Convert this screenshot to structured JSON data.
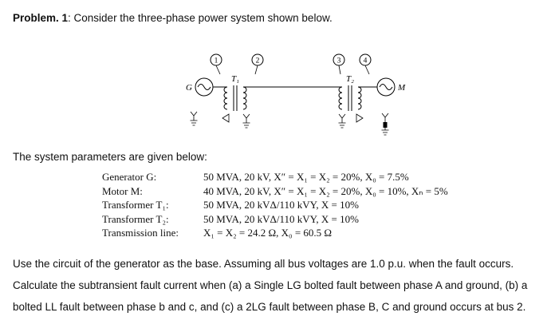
{
  "title": {
    "bold": "Problem. 1",
    "rest": ": Consider the three-phase power system shown below."
  },
  "intro": "The system parameters are given below:",
  "diagram": {
    "buses": [
      "1",
      "2",
      "3",
      "4"
    ],
    "generator": "G",
    "motor": "M",
    "transformer1": "T₁",
    "transformer2": "T₂"
  },
  "parameters": {
    "rows": [
      {
        "label": "Generator G:",
        "value": "50 MVA, 20 kV, X″ = X₁ = X₂ = 20%, X₀ = 7.5%"
      },
      {
        "label": "Motor M:",
        "value": "40 MVA, 20 kV, X″ = X₁ = X₂ = 20%, X₀ = 10%, Xₙ = 5%"
      },
      {
        "label": "Transformer T₁:",
        "value": "50 MVA, 20 kVΔ/110 kVY, X = 10%"
      },
      {
        "label": "Transformer T₂:",
        "value": "50 MVA, 20 kVΔ/110 kVY, X = 10%"
      },
      {
        "label": "Transmission line:",
        "value": "X₁ = X₂ = 24.2 Ω, X₀ = 60.5 Ω"
      }
    ]
  },
  "statement": {
    "lines": [
      "Use the circuit of the generator as the base. Assuming all bus voltages are 1.0 p.u. when the fault occurs.",
      "Calculate the subtransient fault current when (a) a Single LG bolted fault between phase A and ground, (b) a",
      "bolted LL fault between phase b and c, and (c) a 2LG fault between phase B, C and ground occurs at bus 2."
    ]
  }
}
